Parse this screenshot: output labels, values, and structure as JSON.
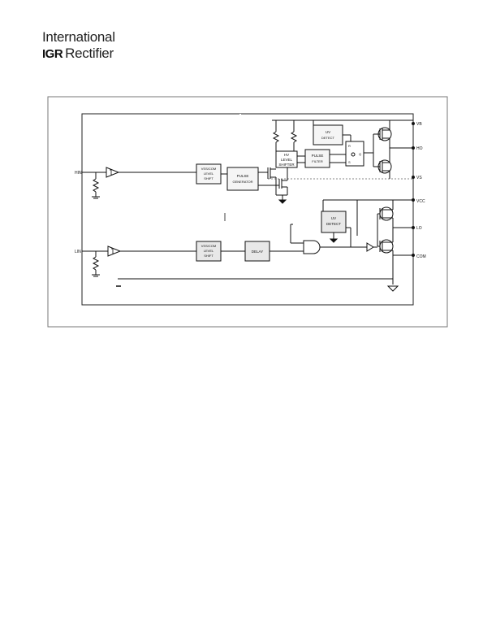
{
  "header": {
    "logo_line1": "International",
    "logo_mark": "IGR",
    "logo_line2": "Rectifier"
  },
  "diagram": {
    "blocks": {
      "hv_level_shift_top": [
        "VSS/COM",
        "LEVEL",
        "SHIFT"
      ],
      "pulse_generator": [
        "PULSE",
        "GENERATOR"
      ],
      "hv_level_shifter": [
        "HV",
        "LEVEL",
        "SHIFTER"
      ],
      "pulse_filter": [
        "PULSE",
        "FILTER"
      ],
      "uv_detect_top": [
        "UV",
        "DETECT"
      ],
      "rs_latch": [
        "R",
        "S",
        "Q"
      ],
      "uv_detect_bottom": [
        "UV",
        "DETECT"
      ],
      "hv_level_shift_bottom": [
        "VSS/COM",
        "LEVEL",
        "SHIFT"
      ],
      "delay": [
        "DELAY"
      ]
    },
    "pins": {
      "vb": "VB",
      "ho": "HO",
      "vs": "VS",
      "vcc": "VCC",
      "lo": "LO",
      "com": "COM",
      "hin": "HIN",
      "lin": "LIN"
    }
  }
}
